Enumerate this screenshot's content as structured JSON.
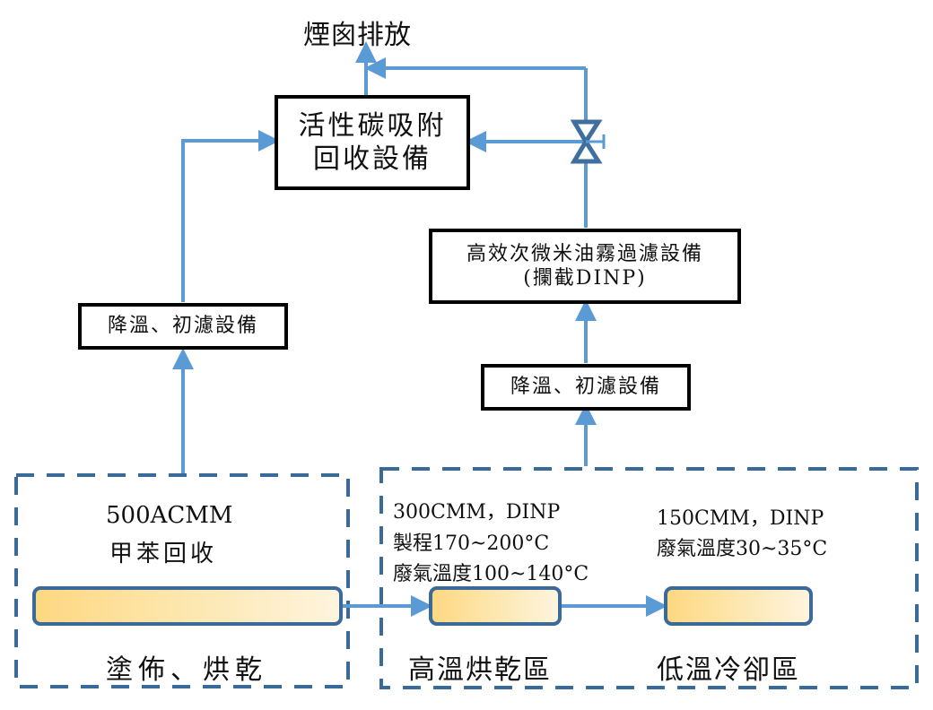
{
  "diagram": {
    "chimney_label": "煙囪排放",
    "carbon_unit": {
      "line1": "活性碳吸附",
      "line2": "回收設備"
    },
    "oil_mist_filter": {
      "line1": "高效次微米油霧過濾設備",
      "line2": "(攔截DINP)"
    },
    "prefilter_left": "降溫、初濾設備",
    "prefilter_right": "降溫、初濾設備",
    "valve_icon": "gate-valve-icon",
    "zones": {
      "coating": {
        "flow": "500ACMM",
        "note": "甲苯回收",
        "name": "塗佈、烘乾"
      },
      "high_temp": {
        "flow": "300CMM，DINP",
        "process": "製程170~200°C",
        "exhaust": "廢氣溫度100~140°C",
        "name": "高溫烘乾區"
      },
      "low_temp": {
        "flow": "150CMM，DINP",
        "exhaust": "廢氣溫度30~35°C",
        "name": "低溫冷卻區"
      }
    },
    "colors": {
      "flow_line": "#5b9bd5",
      "dashed_border": "#3a6a9a",
      "valve": "#3f6f9f",
      "box_border": "#000000"
    }
  }
}
